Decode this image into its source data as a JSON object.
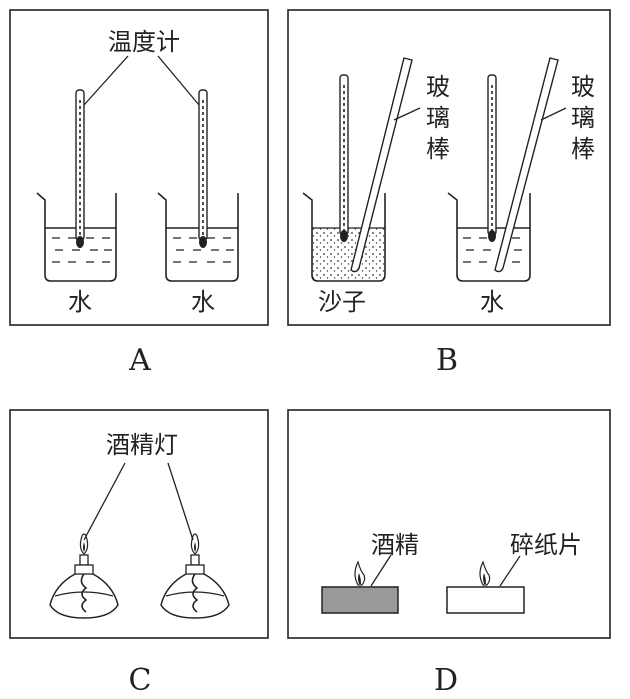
{
  "panels": {
    "a": {
      "label": "A",
      "thermometer_label": "温度计",
      "left_beaker_label": "水",
      "right_beaker_label": "水"
    },
    "b": {
      "label": "B",
      "rod_label_left": [
        "玻",
        "璃",
        "棒"
      ],
      "rod_label_right": [
        "玻",
        "璃",
        "棒"
      ],
      "left_beaker_label": "沙子",
      "right_beaker_label": "水"
    },
    "c": {
      "label": "C",
      "lamp_label": "酒精灯"
    },
    "d": {
      "label": "D",
      "left_block_label": "酒精",
      "right_block_label": "碎纸片"
    }
  }
}
